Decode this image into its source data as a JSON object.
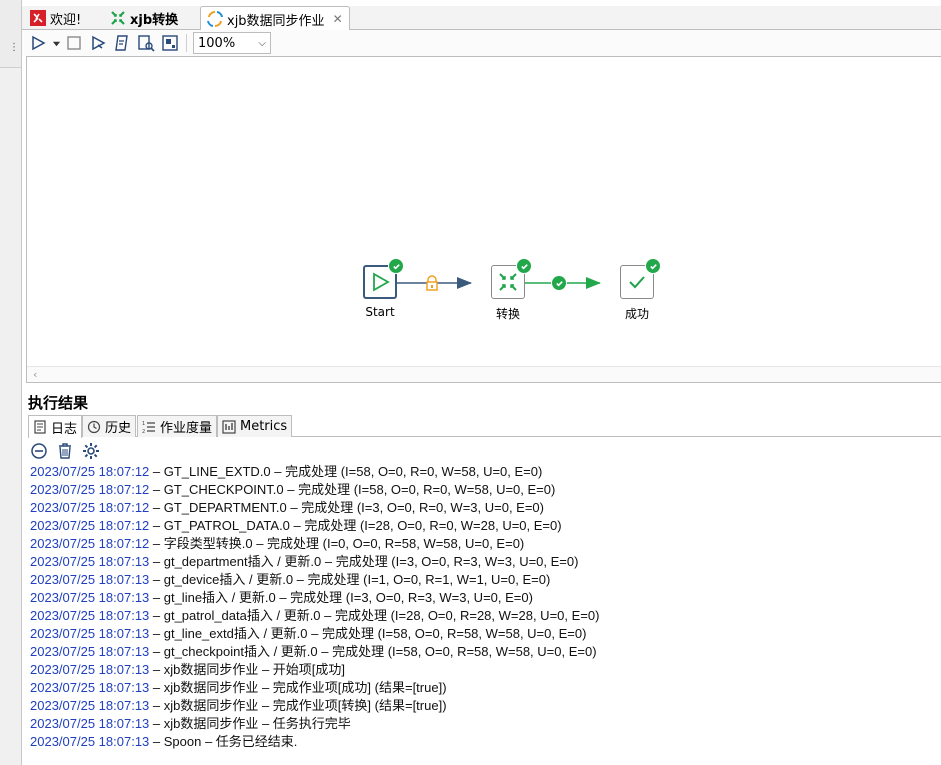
{
  "tabs": [
    {
      "label": "欢迎!",
      "icon": "welcome-icon"
    },
    {
      "label": "xjb转换",
      "icon": "transformation-icon"
    },
    {
      "label": "xjb数据同步作业",
      "icon": "job-icon",
      "close": "✕"
    }
  ],
  "toolbar": {
    "zoom": "100%"
  },
  "canvas": {
    "nodes": [
      {
        "label": "Start"
      },
      {
        "label": "转换"
      },
      {
        "label": "成功"
      }
    ]
  },
  "results": {
    "title": "执行结果",
    "tabs": [
      {
        "label": "日志"
      },
      {
        "label": "历史"
      },
      {
        "label": "作业度量"
      },
      {
        "label": "Metrics"
      }
    ]
  },
  "log": [
    {
      "ts": "2023/07/25 18:07:12",
      "msg": " – GT_LINE_EXTD.0 – 完成处理 (I=58, O=0, R=0, W=58, U=0, E=0)"
    },
    {
      "ts": "2023/07/25 18:07:12",
      "msg": " – GT_CHECKPOINT.0 – 完成处理 (I=58, O=0, R=0, W=58, U=0, E=0)"
    },
    {
      "ts": "2023/07/25 18:07:12",
      "msg": " – GT_DEPARTMENT.0 – 完成处理 (I=3, O=0, R=0, W=3, U=0, E=0)"
    },
    {
      "ts": "2023/07/25 18:07:12",
      "msg": " – GT_PATROL_DATA.0 – 完成处理 (I=28, O=0, R=0, W=28, U=0, E=0)"
    },
    {
      "ts": "2023/07/25 18:07:12",
      "msg": " – 字段类型转换.0 – 完成处理 (I=0, O=0, R=58, W=58, U=0, E=0)"
    },
    {
      "ts": "2023/07/25 18:07:13",
      "msg": " – gt_department插入 / 更新.0 – 完成处理 (I=3, O=0, R=3, W=3, U=0, E=0)"
    },
    {
      "ts": "2023/07/25 18:07:13",
      "msg": " – gt_device插入 / 更新.0 – 完成处理 (I=1, O=0, R=1, W=1, U=0, E=0)"
    },
    {
      "ts": "2023/07/25 18:07:13",
      "msg": " – gt_line插入 / 更新.0 – 完成处理 (I=3, O=0, R=3, W=3, U=0, E=0)"
    },
    {
      "ts": "2023/07/25 18:07:13",
      "msg": " – gt_patrol_data插入 / 更新.0 – 完成处理 (I=28, O=0, R=28, W=28, U=0, E=0)"
    },
    {
      "ts": "2023/07/25 18:07:13",
      "msg": " – gt_line_extd插入 / 更新.0 – 完成处理 (I=58, O=0, R=58, W=58, U=0, E=0)"
    },
    {
      "ts": "2023/07/25 18:07:13",
      "msg": " – gt_checkpoint插入 / 更新.0 – 完成处理 (I=58, O=0, R=58, W=58, U=0, E=0)"
    },
    {
      "ts": "2023/07/25 18:07:13",
      "msg": " – xjb数据同步作业 – 开始项[成功]"
    },
    {
      "ts": "2023/07/25 18:07:13",
      "msg": " – xjb数据同步作业 – 完成作业项[成功] (结果=[true])"
    },
    {
      "ts": "2023/07/25 18:07:13",
      "msg": " – xjb数据同步作业 – 完成作业项[转换] (结果=[true])"
    },
    {
      "ts": "2023/07/25 18:07:13",
      "msg": " – xjb数据同步作业 – 任务执行完毕"
    },
    {
      "ts": "2023/07/25 18:07:13",
      "msg": " – Spoon – 任务已经结束."
    }
  ]
}
